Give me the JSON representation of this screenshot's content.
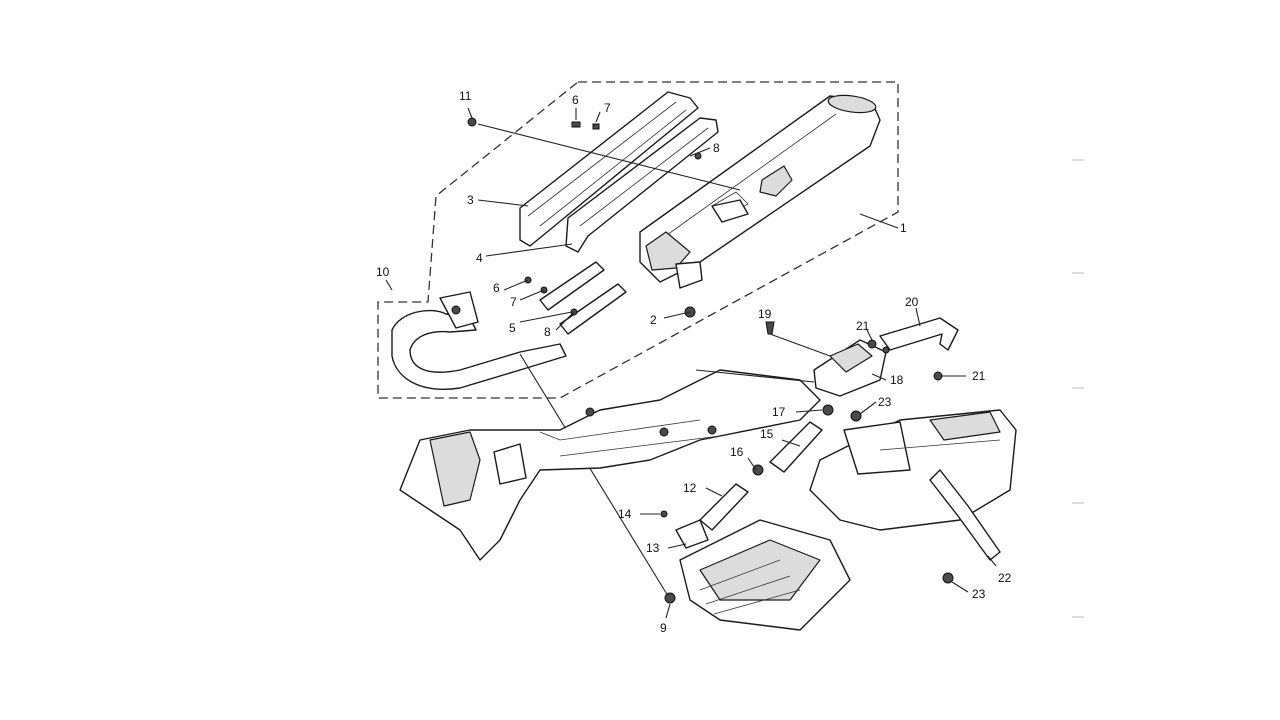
{
  "diagram": {
    "callouts": {
      "c1": "1",
      "c2": "2",
      "c3": "3",
      "c4": "4",
      "c5": "5",
      "c6a": "6",
      "c6b": "6",
      "c7a": "7",
      "c7b": "7",
      "c8a": "8",
      "c8b": "8",
      "c9": "9",
      "c10": "10",
      "c11": "11",
      "c12": "12",
      "c13": "13",
      "c14": "14",
      "c15": "15",
      "c16": "16",
      "c17": "17",
      "c18": "18",
      "c19": "19",
      "c20": "20",
      "c21a": "21",
      "c21b": "21",
      "c22": "22",
      "c23a": "23",
      "c23b": "23"
    }
  }
}
